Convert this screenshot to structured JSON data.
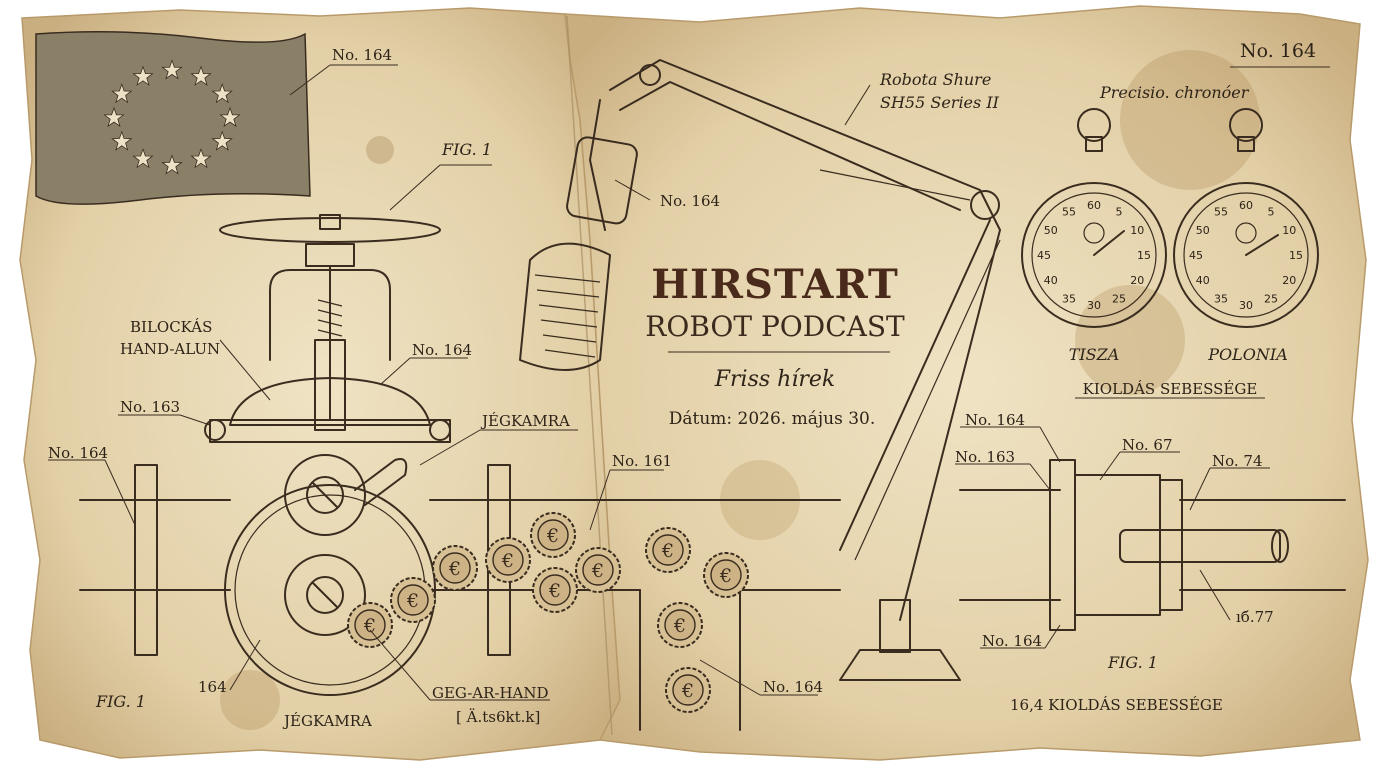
{
  "title": {
    "main": "HIRSTART",
    "sub": "ROBOT PODCAST",
    "tagline": "Friss hírek",
    "date": "Dátum: 2026. május 30."
  },
  "flag": {
    "icon": "eu-flag-icon",
    "label": "No. 164",
    "colors": {
      "stars": "#ede2c6",
      "field": "#8a8068"
    }
  },
  "labels": {
    "fig1_top": "FIG. 1",
    "blocking_1": "BILOCKÁS",
    "blocking_2": "HAND-ALUN",
    "no164_valve": "No. 164",
    "no163_left": "No. 163",
    "no164_left": "No. 164",
    "jegkamra_top": "JÉGKAMRA",
    "no161": "No. 161",
    "no164_mic": "No. 164",
    "mic_model_1": "Robota Shure",
    "mic_model_2": "SH55 Series II",
    "fig1_bottom": "FIG. 1",
    "num_164_bottom": "164",
    "gear_hand": "GEG-AR-HAND",
    "gear_sub": "[ Ä.ts6kt.k]",
    "jegkamra_bottom": "JÉGKAMRA",
    "no164_pipe_bottom": "No. 164"
  },
  "right_panel": {
    "top_number": "No. 164",
    "chrono_title": "Precisio. chronóer",
    "watch_left": "TISZA",
    "watch_right": "POLONIA",
    "speed_label": "KIOLDÁS SEBESSÉGE",
    "dial_numbers": [
      "60",
      "5",
      "10",
      "15",
      "20",
      "25",
      "30",
      "35",
      "40",
      "45",
      "50",
      "55"
    ],
    "coupling": {
      "no164_top": "No. 164",
      "no67": "No. 67",
      "no163": "No. 163",
      "no74": "No. 74",
      "no164_bottom": "No. 164",
      "n77": "ıб.77",
      "fig": "FIG. 1",
      "speed_bottom": "16,4 KIOLDÁS SEBESSÉGE"
    }
  },
  "colors": {
    "paper": "#e6d6b4",
    "paper_dark": "#c9ae80",
    "ink": "#3a2c1f",
    "title": "#4a2a1a"
  }
}
